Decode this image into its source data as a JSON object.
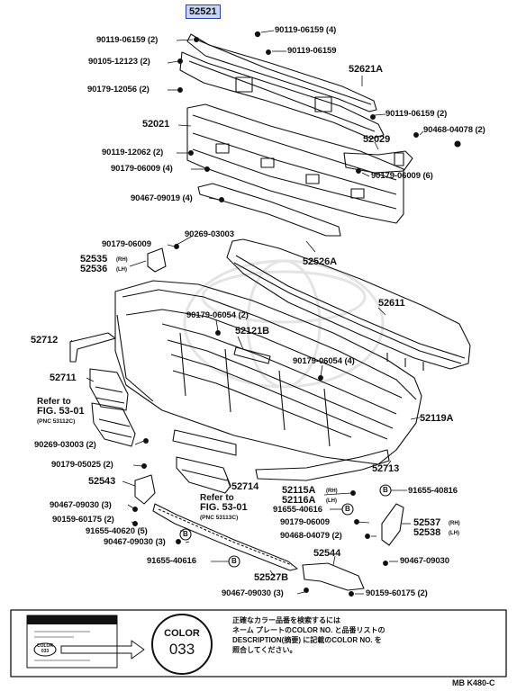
{
  "highlight": "52521",
  "labels": {
    "l1": "90119-06159 (2)",
    "l2": "90119-06159 (4)",
    "l3": "90119-06159",
    "l4": "90105-12123 (2)",
    "l5": "52621A",
    "l6": "90179-12056 (2)",
    "l7": "52021",
    "l8": "90119-06159 (2)",
    "l9": "90468-04078 (2)",
    "l10": "90119-12062 (2)",
    "l11": "52029",
    "l12": "90179-06009 (4)",
    "l13": "90179-06009 (6)",
    "l14": "90467-09019 (4)",
    "l15": "90269-03003",
    "l16": "90179-06009",
    "l17": "52535",
    "l18": "52536",
    "l19": "52526A",
    "l20": "52611",
    "l21": "90179-06054 (2)",
    "l22": "52712",
    "l23": "52121B",
    "l24": "90179-06054 (4)",
    "l25": "52711",
    "l26": "52119A",
    "l27": "90269-03003 (2)",
    "l28": "90179-05025 (2)",
    "l29": "52713",
    "l30": "52543",
    "l31": "52714",
    "l32": "52115A",
    "l33": "52116A",
    "l34": "91655-40816",
    "l35": "90467-09030 (3)",
    "l36": "91655-40616",
    "l37": "90159-60175 (2)",
    "l38": "90179-06009",
    "l39": "52537",
    "l40": "52538",
    "l41": "91655-40620 (5)",
    "l42": "90468-04079 (2)",
    "l43": "90467-09030 (3)",
    "l44": "52544",
    "l45": "91655-40616",
    "l46": "90467-09030",
    "l47": "52527B",
    "l48": "90467-09030 (3)",
    "l49": "90159-60175 (2)"
  },
  "sub": {
    "rh": "(RH)",
    "lh": "(LH)"
  },
  "refs": {
    "r1_a": "Refer to",
    "r1_b": "FIG. 53-01",
    "r1_c": "(PNC 53112C)",
    "r2_a": "Refer to",
    "r2_b": "FIG. 53-01",
    "r2_c": "(PNC 53113C)"
  },
  "bolt_b": "B",
  "legend": {
    "color_word": "COLOR",
    "color_code": "033",
    "tag_color": "COLOR",
    "tag_code": "033",
    "note": "正確なカラー品番を検索するには\nネーム プレートのCOLOR NO. と品番リストの\nDESCRIPTION(摘要) に記載のCOLOR NO. を\n照合してください。"
  },
  "code": "MB K480-C"
}
